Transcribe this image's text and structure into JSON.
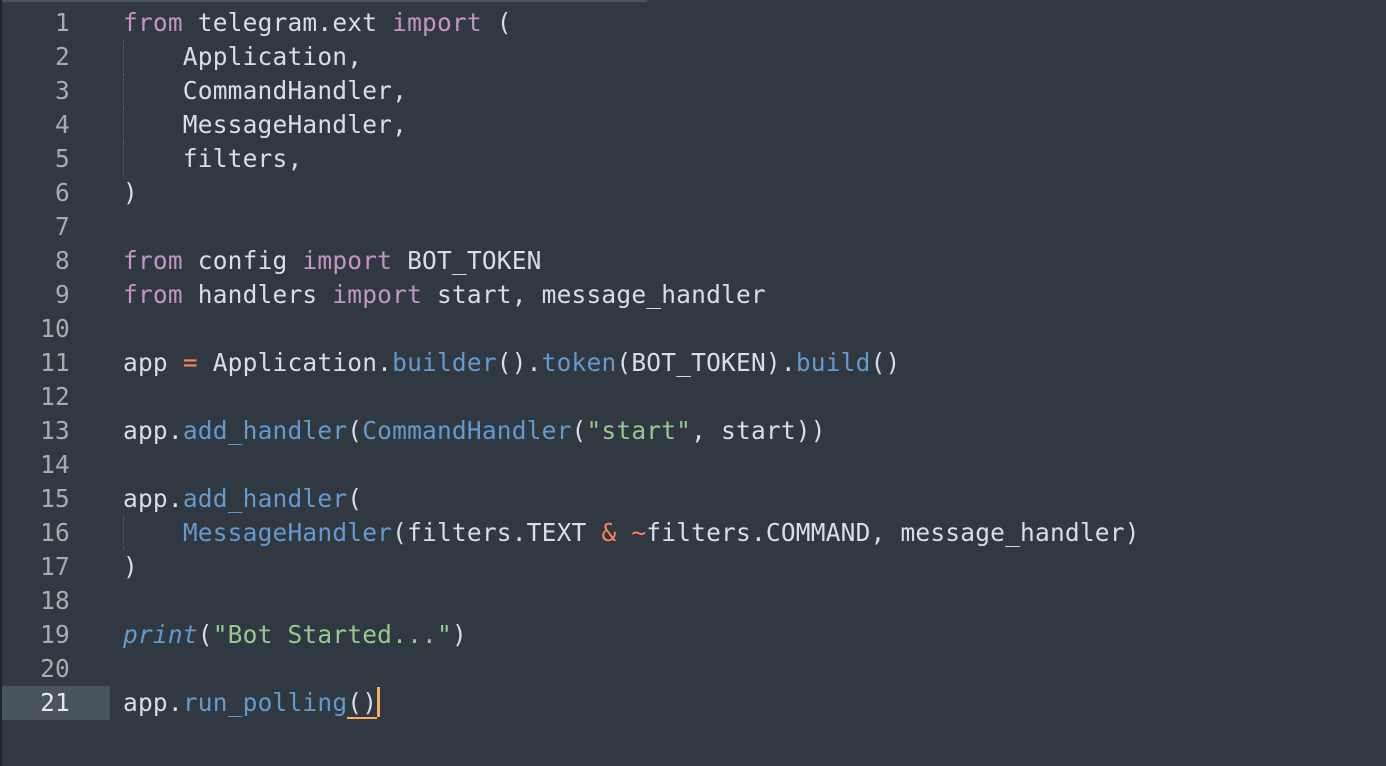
{
  "editor": {
    "lines": [
      {
        "n": "1",
        "tokens": [
          {
            "t": "from",
            "c": "kw"
          },
          {
            "t": " telegram.ext ",
            "c": "pl"
          },
          {
            "t": "import",
            "c": "kw"
          },
          {
            "t": " (",
            "c": "pl"
          }
        ]
      },
      {
        "n": "2",
        "guide": true,
        "tokens": [
          {
            "t": "    Application,",
            "c": "pl"
          }
        ]
      },
      {
        "n": "3",
        "guide": true,
        "tokens": [
          {
            "t": "    CommandHandler,",
            "c": "pl"
          }
        ]
      },
      {
        "n": "4",
        "guide": true,
        "tokens": [
          {
            "t": "    MessageHandler,",
            "c": "pl"
          }
        ]
      },
      {
        "n": "5",
        "guide": true,
        "tokens": [
          {
            "t": "    filters,",
            "c": "pl"
          }
        ]
      },
      {
        "n": "6",
        "tokens": [
          {
            "t": ")",
            "c": "pl"
          }
        ]
      },
      {
        "n": "7",
        "tokens": []
      },
      {
        "n": "8",
        "tokens": [
          {
            "t": "from",
            "c": "kw"
          },
          {
            "t": " config ",
            "c": "pl"
          },
          {
            "t": "import",
            "c": "kw"
          },
          {
            "t": " BOT_TOKEN",
            "c": "pl"
          }
        ]
      },
      {
        "n": "9",
        "tokens": [
          {
            "t": "from",
            "c": "kw"
          },
          {
            "t": " handlers ",
            "c": "pl"
          },
          {
            "t": "import",
            "c": "kw"
          },
          {
            "t": " start, message_handler",
            "c": "pl"
          }
        ]
      },
      {
        "n": "10",
        "tokens": []
      },
      {
        "n": "11",
        "tokens": [
          {
            "t": "app ",
            "c": "pl"
          },
          {
            "t": "=",
            "c": "op"
          },
          {
            "t": " Application.",
            "c": "pl"
          },
          {
            "t": "builder",
            "c": "fn"
          },
          {
            "t": "().",
            "c": "pl"
          },
          {
            "t": "token",
            "c": "fn"
          },
          {
            "t": "(BOT_TOKEN).",
            "c": "pl"
          },
          {
            "t": "build",
            "c": "fn"
          },
          {
            "t": "()",
            "c": "pl"
          }
        ]
      },
      {
        "n": "12",
        "tokens": []
      },
      {
        "n": "13",
        "tokens": [
          {
            "t": "app.",
            "c": "pl"
          },
          {
            "t": "add_handler",
            "c": "fn"
          },
          {
            "t": "(",
            "c": "pl"
          },
          {
            "t": "CommandHandler",
            "c": "fn"
          },
          {
            "t": "(",
            "c": "pl"
          },
          {
            "t": "\"start\"",
            "c": "str"
          },
          {
            "t": ", start))",
            "c": "pl"
          }
        ]
      },
      {
        "n": "14",
        "tokens": []
      },
      {
        "n": "15",
        "tokens": [
          {
            "t": "app.",
            "c": "pl"
          },
          {
            "t": "add_handler",
            "c": "fn"
          },
          {
            "t": "(",
            "c": "pl"
          }
        ]
      },
      {
        "n": "16",
        "guide": true,
        "tokens": [
          {
            "t": "    ",
            "c": "pl"
          },
          {
            "t": "MessageHandler",
            "c": "fn"
          },
          {
            "t": "(filters.TEXT ",
            "c": "pl"
          },
          {
            "t": "&",
            "c": "op"
          },
          {
            "t": " ",
            "c": "pl"
          },
          {
            "t": "~",
            "c": "op"
          },
          {
            "t": "filters.COMMAND, message_handler)",
            "c": "pl"
          }
        ]
      },
      {
        "n": "17",
        "tokens": [
          {
            "t": ")",
            "c": "pl"
          }
        ]
      },
      {
        "n": "18",
        "tokens": []
      },
      {
        "n": "19",
        "tokens": [
          {
            "t": "print",
            "c": "bi"
          },
          {
            "t": "(",
            "c": "pl"
          },
          {
            "t": "\"Bot Started...\"",
            "c": "str"
          },
          {
            "t": ")",
            "c": "pl"
          }
        ]
      },
      {
        "n": "20",
        "tokens": []
      },
      {
        "n": "21",
        "active": true,
        "tokens": [
          {
            "t": "app.",
            "c": "pl"
          },
          {
            "t": "run_polling",
            "c": "fn"
          },
          {
            "t": "()",
            "c": "pl",
            "bracket": true
          }
        ]
      }
    ]
  },
  "colors": {
    "background": "#303841",
    "keyword": "#c594c5",
    "function": "#6699cc",
    "operator": "#f9855c",
    "string": "#99c794",
    "text": "#d8dee9",
    "caret": "#f9ae58"
  }
}
